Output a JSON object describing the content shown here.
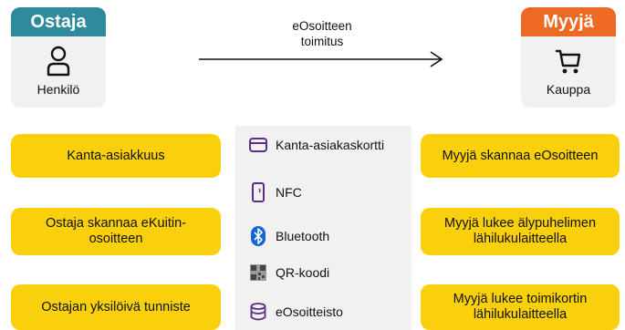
{
  "colors": {
    "buyer_header": "#2e8b9b",
    "seller_header": "#ee6a24",
    "pill": "#fad00c",
    "panel": "#f1f1f1",
    "icon_purple": "#5b2d86",
    "bluetooth": "#1466d8"
  },
  "buyer": {
    "title": "Ostaja",
    "icon": "person-icon",
    "label": "Henkilö"
  },
  "seller": {
    "title": "Myyjä",
    "icon": "cart-icon",
    "label": "Kauppa"
  },
  "flow": {
    "label_line1": "eOsoitteen",
    "label_line2": "toimitus"
  },
  "buyer_methods": [
    "Kanta-asiakkuus",
    "Ostaja skannaa eKuitin-osoitteen",
    "Ostajan yksilöivä tunniste"
  ],
  "channels": [
    {
      "label": "Kanta-asiakaskortti",
      "icon": "card-icon"
    },
    {
      "label": "NFC",
      "icon": "nfc-phone-icon"
    },
    {
      "label": "Bluetooth",
      "icon": "bluetooth-icon"
    },
    {
      "label": "QR-koodi",
      "icon": "qr-code-icon"
    },
    {
      "label": "eOsoitteisto",
      "icon": "database-icon"
    }
  ],
  "seller_methods": [
    "Myyjä skannaa eOsoitteen",
    "Myyjä lukee älypuhelimen lähilukulaitteella",
    "Myyjä lukee toimikortin lähilukulaitteella"
  ]
}
